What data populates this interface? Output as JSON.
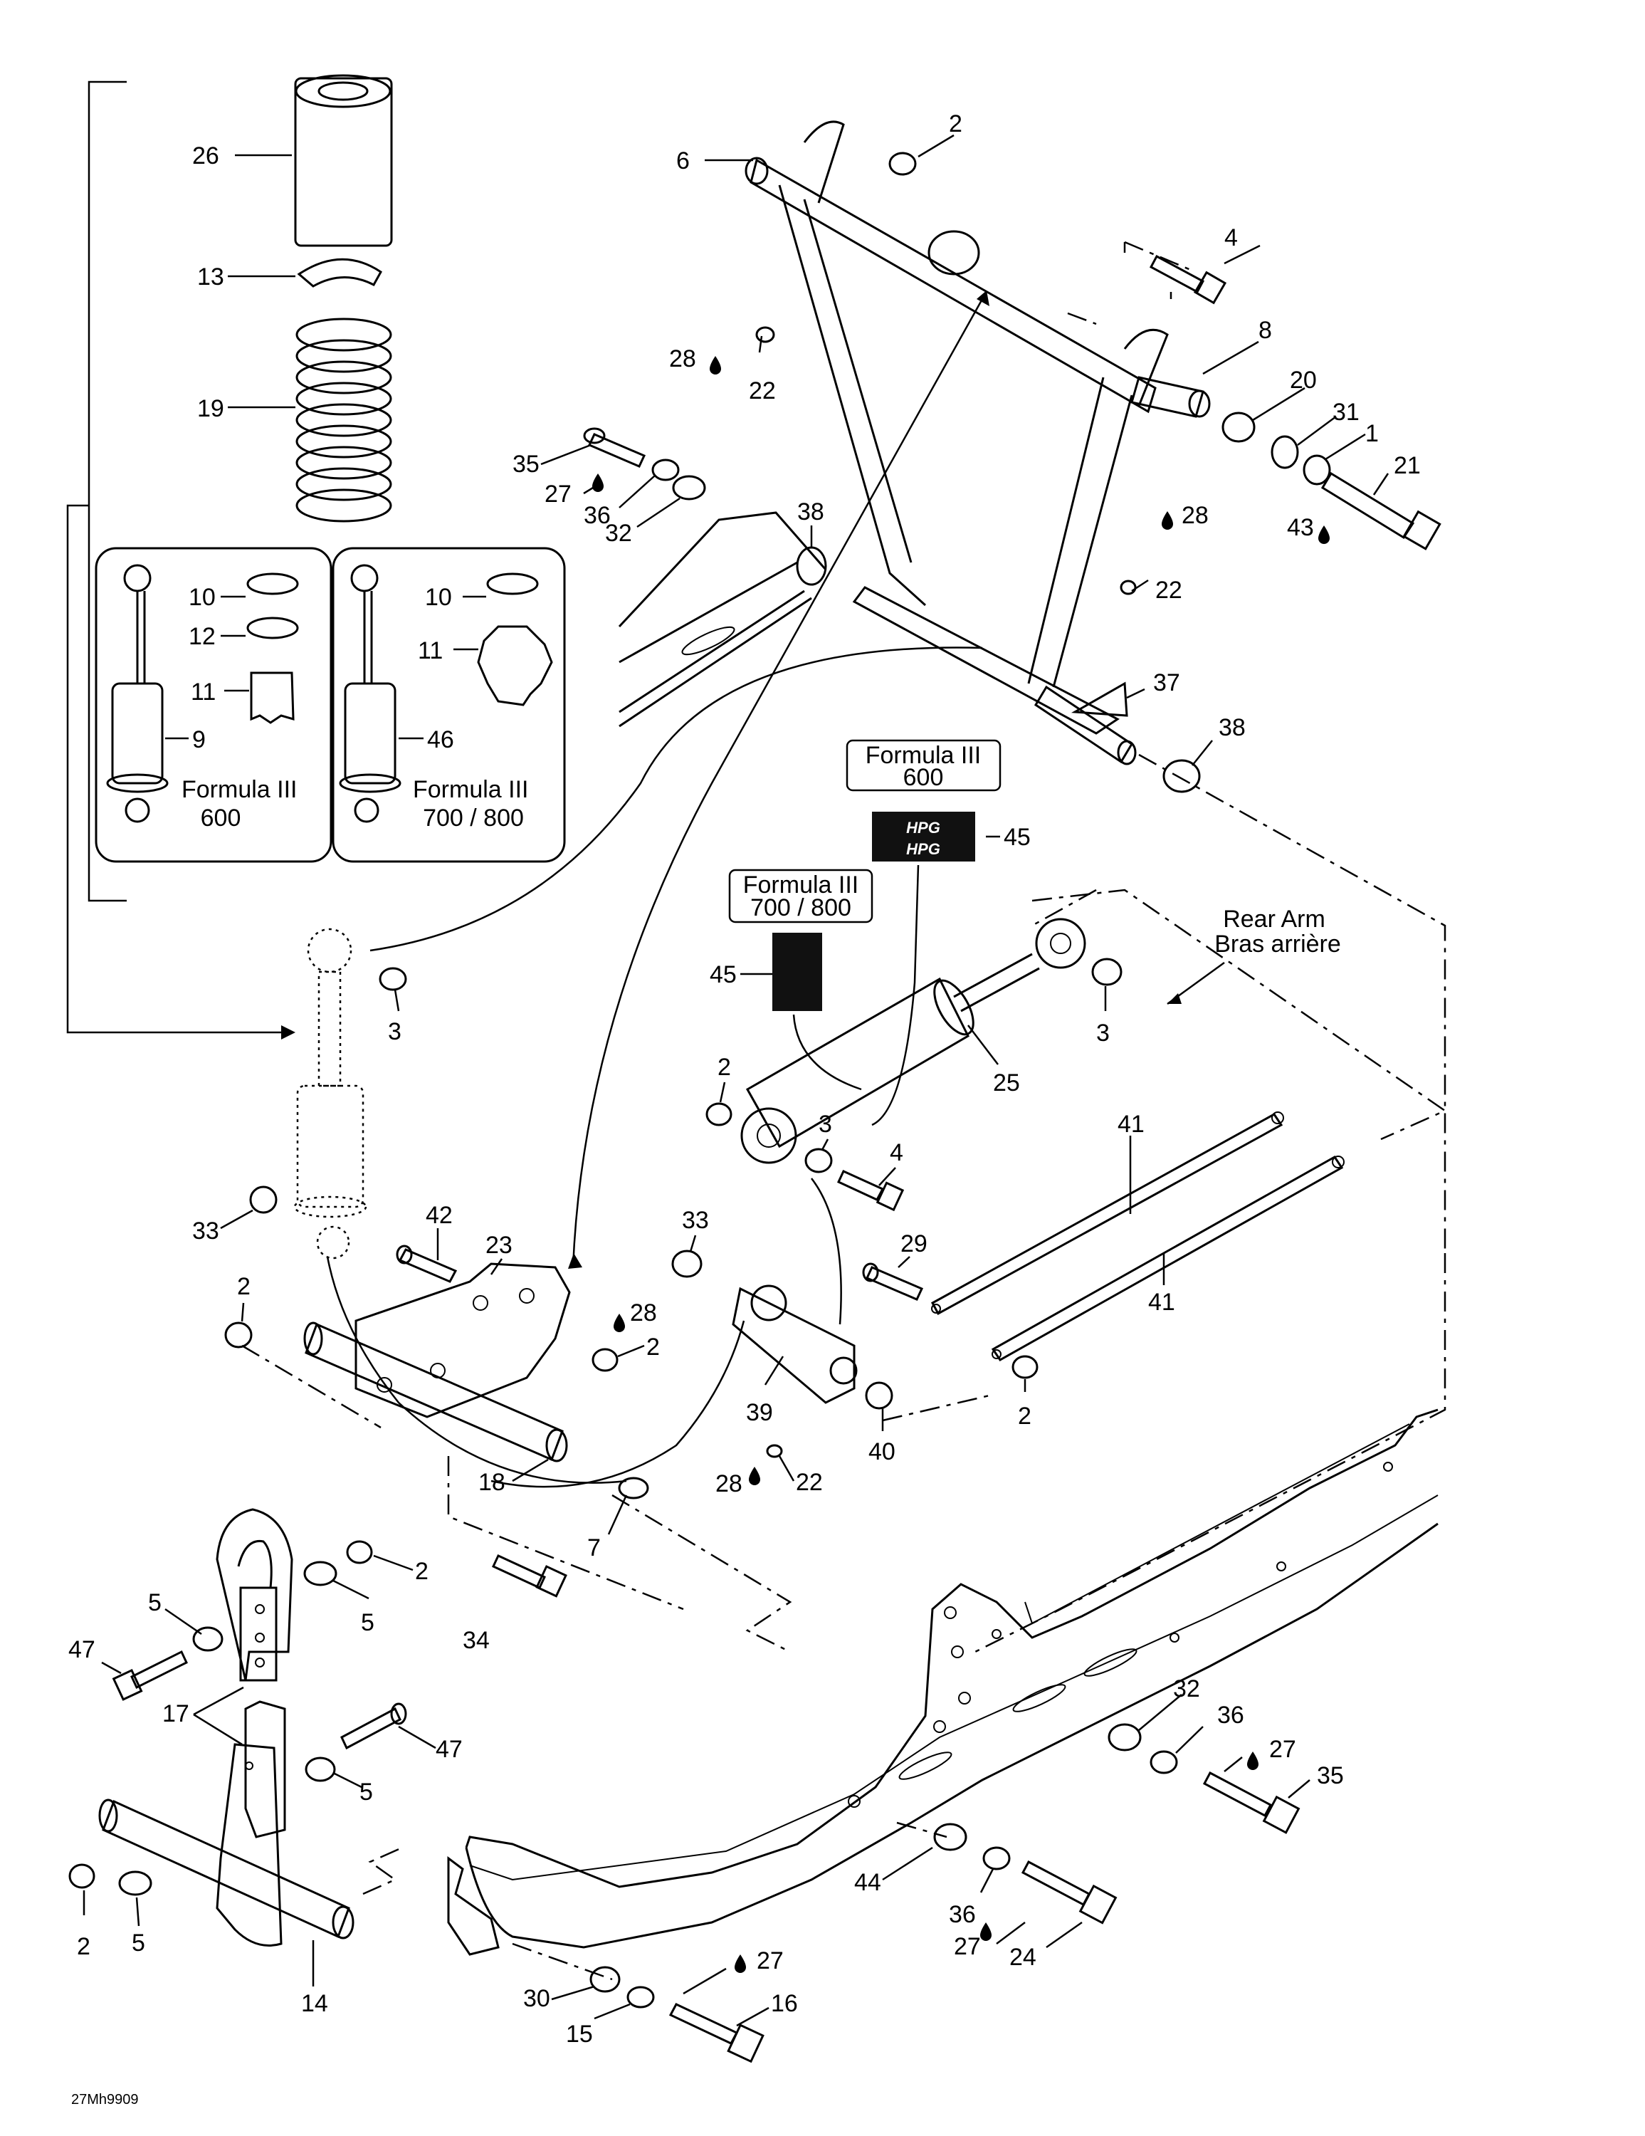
{
  "labels": {
    "p26": "26",
    "p13": "13",
    "p19": "19",
    "p10a": "10",
    "p12": "12",
    "p11a": "11",
    "p9": "9",
    "p10b": "10",
    "p11b": "11",
    "p46": "46",
    "p3a": "3",
    "p33a": "33",
    "p2a": "2",
    "p6": "6",
    "p2b": "2",
    "p4a": "4",
    "p8": "8",
    "p28a": "28",
    "p22a": "22",
    "p20": "20",
    "p31": "31",
    "p1": "1",
    "p21": "21",
    "p35a": "35",
    "p27a": "27",
    "p36a": "36",
    "p32a": "32",
    "p38a": "38",
    "p43": "43",
    "p28b": "28",
    "p22b": "22",
    "p37": "37",
    "p38b": "38",
    "p45a": "45",
    "p45b": "45",
    "p25": "25",
    "p3b": "3",
    "p2c": "2",
    "p3c": "3",
    "p4b": "4",
    "p41a": "41",
    "p41b": "41",
    "p42": "42",
    "p23": "23",
    "p28c": "28",
    "p2d": "2",
    "p33b": "33",
    "p29": "29",
    "p39": "39",
    "p40": "40",
    "p2e": "2",
    "p18": "18",
    "p7": "7",
    "p28d": "28",
    "p22c": "22",
    "p34": "34",
    "p2f": "2",
    "p5a": "5",
    "p5b": "5",
    "p47a": "47",
    "p17": "17",
    "p47b": "47",
    "p5c": "5",
    "p5d": "5",
    "p2g": "2",
    "p14": "14",
    "p32b": "32",
    "p36b": "36",
    "p27b": "27",
    "p35b": "35",
    "p44": "44",
    "p36c": "36",
    "p27c": "27",
    "p24": "24",
    "p30": "30",
    "p27d": "27",
    "p15": "15",
    "p16": "16"
  },
  "variants": {
    "left_model": "Formula III",
    "left_size": "600",
    "right_model": "Formula III",
    "right_size": "700 / 800"
  },
  "decals": {
    "top_model": "Formula III",
    "top_size": "600",
    "bottom_model": "Formula III",
    "bottom_size": "700 / 800",
    "hpg_text": "HPG"
  },
  "rear_arm": {
    "en": "Rear Arm",
    "fr": "Bras arrière"
  },
  "figure_code": "27Mh9909"
}
